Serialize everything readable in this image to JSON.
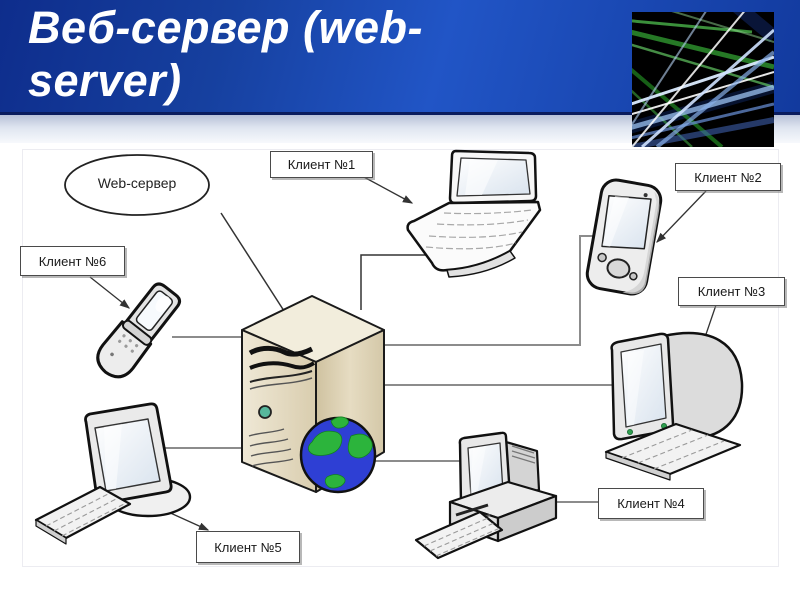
{
  "slide": {
    "title": "Веб-сервер (web-server)"
  },
  "diagram": {
    "server": {
      "label": "Web-сервер",
      "device": "server-tower-with-globe"
    },
    "clients": [
      {
        "label": "Клиент №1",
        "device": "laptop"
      },
      {
        "label": "Клиент №2",
        "device": "pda-handheld"
      },
      {
        "label": "Клиент №3",
        "device": "crt-monitor-with-keyboard"
      },
      {
        "label": "Клиент №4",
        "device": "desktop-pc-with-keyboard"
      },
      {
        "label": "Клиент №5",
        "device": "lcd-monitor-with-keyboard"
      },
      {
        "label": "Клиент №6",
        "device": "flip-phone"
      }
    ]
  },
  "colors": {
    "header_blue_dark": "#0e2d8c",
    "header_blue_light": "#2155c6",
    "server_beige": "#e9e1ca",
    "globe_ocean": "#2e3fd4",
    "globe_land": "#2cb43c",
    "power_button_teal": "#57b79c",
    "connector_gray": "#8c8c8c",
    "callout_black": "#333333"
  }
}
